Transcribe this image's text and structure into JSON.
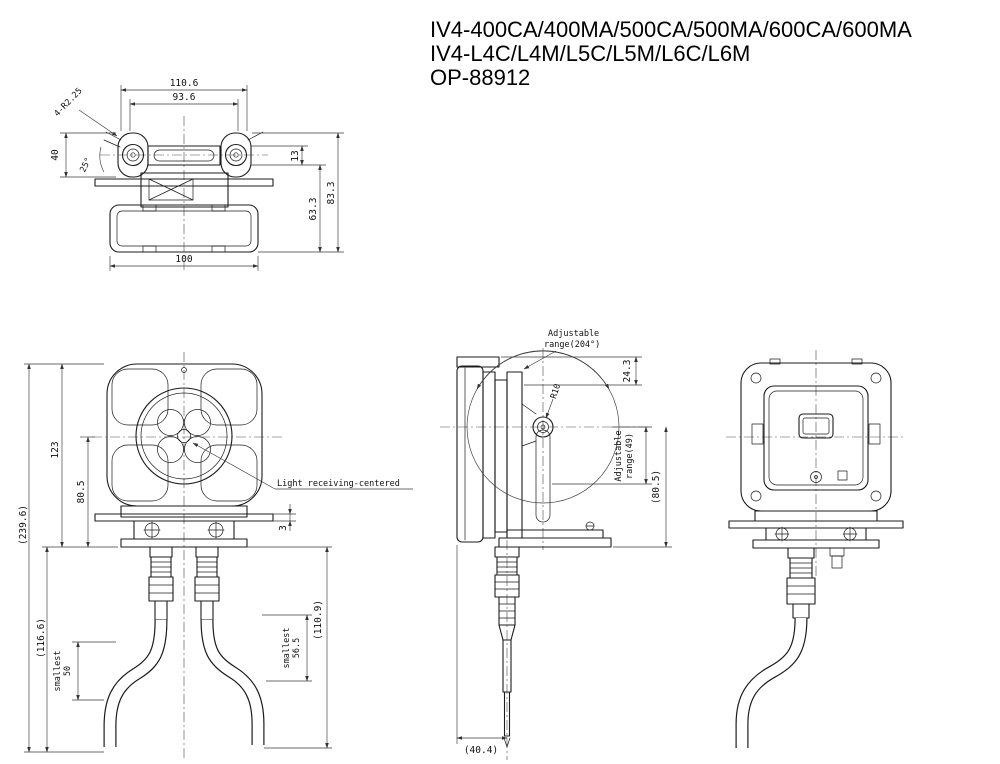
{
  "header": {
    "line1": "IV4-400CA/400MA/500CA/500MA/600CA/600MA",
    "line2": "IV4-L4C/L4M/L5C/L5M/L6C/L6M",
    "line3": "OP-88912"
  },
  "top_view": {
    "dim_110_6": "110.6",
    "dim_93_6": "93.6",
    "dim_4_r2_25": "4-R2.25",
    "dim_25deg": "25°",
    "dim_40": "40",
    "dim_13": "13",
    "dim_63_3": "63.3",
    "dim_83_3": "83.3",
    "dim_100": "100"
  },
  "front_view": {
    "dim_123": "123",
    "dim_80_5": "80.5",
    "dim_239_6": "(239.6)",
    "dim_116_6": "(116.6)",
    "smallest_left_label": "smallest",
    "smallest_left_value": "50",
    "dim_3": "3",
    "smallest_right_label": "smallest",
    "smallest_right_value": "56.5",
    "dim_110_9": "(110.9)",
    "light_note": "Light receiving-centered"
  },
  "side_view": {
    "adj_range_line1": "Adjustable",
    "adj_range_line2": "range(204°)",
    "dim_r10": "R10",
    "dim_24_3": "24.3",
    "adj49_line1": "Adjustable",
    "adj49_line2": "range(49)",
    "dim_80_5": "(80.5)",
    "dim_40_4": "(40.4)"
  }
}
